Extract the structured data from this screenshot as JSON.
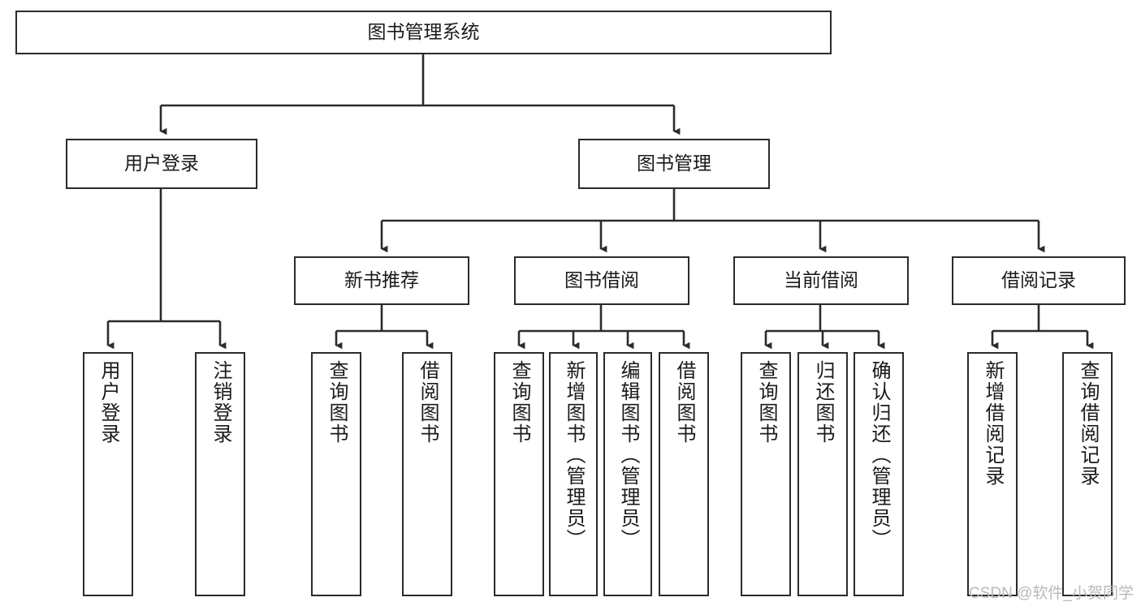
{
  "diagram": {
    "title": "图书管理系统",
    "type": "hierarchy-tree",
    "levels": 4,
    "root": {
      "label": "图书管理系统"
    },
    "level2": [
      {
        "label": "用户登录"
      },
      {
        "label": "图书管理"
      }
    ],
    "level3": [
      {
        "label": "新书推荐"
      },
      {
        "label": "图书借阅"
      },
      {
        "label": "当前借阅"
      },
      {
        "label": "借阅记录"
      }
    ],
    "leaves": {
      "user_login": [
        {
          "label": "用户登录"
        },
        {
          "label": "注销登录"
        }
      ],
      "new_book_recommend": [
        {
          "label": "查询图书"
        },
        {
          "label": "借阅图书"
        }
      ],
      "book_borrow": [
        {
          "label": "查询图书"
        },
        {
          "label": "新增图书（管理员）"
        },
        {
          "label": "编辑图书（管理员）"
        },
        {
          "label": "借阅图书"
        }
      ],
      "current_borrow": [
        {
          "label": "查询图书"
        },
        {
          "label": "归还图书"
        },
        {
          "label": "确认归还（管理员）"
        }
      ],
      "borrow_record": [
        {
          "label": "新增借阅记录"
        },
        {
          "label": "查询借阅记录"
        }
      ]
    }
  },
  "watermark": {
    "text": "CSDN @软件_小贺同学"
  },
  "colors": {
    "border": "#2b2b2b",
    "background": "#ffffff",
    "text": "#1a1a1a",
    "watermark": "#b9b9b9"
  }
}
